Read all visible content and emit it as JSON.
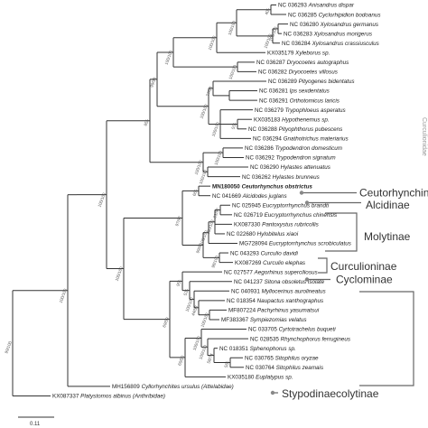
{
  "taxa": [
    {
      "code": "NC 036293",
      "name": "Anisandrus dispar"
    },
    {
      "code": "NC 036285",
      "name": "Cyclorhipidion bodoanus"
    },
    {
      "code": "NC 036280",
      "name": "Xylosandrus germanus"
    },
    {
      "code": "NC 036283",
      "name": "Xylosandrus morigerus"
    },
    {
      "code": "NC 036284",
      "name": "Xylosandrus crassiusculus"
    },
    {
      "code": "KX035179",
      "name": "Xyleborus sp."
    },
    {
      "code": "NC 036287",
      "name": "Dryocoetes autographus"
    },
    {
      "code": "NC 036282",
      "name": "Dryocoetes villosus"
    },
    {
      "code": "NC 036289",
      "name": "Pityogenes bidentatus"
    },
    {
      "code": "NC 036281",
      "name": "Ips sexdentatus"
    },
    {
      "code": "NC 036291",
      "name": "Orthotomicus laricis"
    },
    {
      "code": "NC 036279",
      "name": "Trypophloeus asperatus"
    },
    {
      "code": "KX035183",
      "name": "Hypothenemus sp."
    },
    {
      "code": "NC 036288",
      "name": "Pityophthorus pubescens"
    },
    {
      "code": "NC 036294",
      "name": "Gnathotrichus materiarius"
    },
    {
      "code": "NC 036286",
      "name": "Trypodendron domesticum"
    },
    {
      "code": "NC 036292",
      "name": "Trypodendron signatum"
    },
    {
      "code": "NC 036290",
      "name": "Hylastes attenuatus"
    },
    {
      "code": "NC 036262",
      "name": "Hylastes brunneus"
    },
    {
      "code": "MN180050",
      "name": "Ceutorhynchus obstrictus",
      "bold": true
    },
    {
      "code": "NC 041669",
      "name": "Alcidodes juglans"
    },
    {
      "code": "NC 025945",
      "name": "Eucryptorrhynchus brandti"
    },
    {
      "code": "NC 026719",
      "name": "Eucryptorrhynchus chinensis"
    },
    {
      "code": "KX087330",
      "name": "Pantoxystus rubricollis"
    },
    {
      "code": "NC 022680",
      "name": "Hylobitelus xiaoi"
    },
    {
      "code": "MG728094",
      "name": "Eucryptorrhynchus scrobiculatus"
    },
    {
      "code": "NC 043293",
      "name": "Curculio davidi"
    },
    {
      "code": "KX087269",
      "name": "Curculio elephas"
    },
    {
      "code": "NC 027577",
      "name": "Aegorhinus superciliosus"
    },
    {
      "code": "NC 041237",
      "name": "Sitona obsoletus isolate"
    },
    {
      "code": "NC 040931",
      "name": "Myllocerinus aurolineatus"
    },
    {
      "code": "NC 018354",
      "name": "Naupactus xanthographus"
    },
    {
      "code": "MF807224",
      "name": "Pachyrhinus yasumatsui"
    },
    {
      "code": "MF383367",
      "name": "Sympiezomias velatus"
    },
    {
      "code": "NC 033705",
      "name": "Cyrtotrachelus buqueti"
    },
    {
      "code": "NC 028535",
      "name": "Rhynchophorus ferrugineus"
    },
    {
      "code": "NC 018351",
      "name": "Sphenophorus sp."
    },
    {
      "code": "NC 030765",
      "name": "Sitophilus oryzae"
    },
    {
      "code": "NC 030764",
      "name": "Sitophilus zeamais"
    },
    {
      "code": "KX035180",
      "name": "Euplatypus sp."
    },
    {
      "code": "MH156809",
      "name": "Cyllorhynchites ursulus (Attelabidae)"
    },
    {
      "code": "KX087337",
      "name": "Platystomos albinus (Anthribidae)"
    }
  ],
  "groups": [
    {
      "label": "Ceutorhynchinae"
    },
    {
      "label": "Alcidinae"
    },
    {
      "label": "Molytinae"
    },
    {
      "label": "Curculioninae"
    },
    {
      "label": "Cyclominae"
    },
    {
      "label": "Stypodinaecolytinae"
    }
  ],
  "support_values": [
    "40/-",
    "100/100",
    "100/100",
    "100/100",
    "100/100",
    "100/100",
    "100/100",
    "77/58",
    "55/-",
    "100/100",
    "100/100",
    "99/98",
    "100/100",
    "100/100",
    "100/100",
    "85/-",
    "93/97",
    "100/100",
    "100/100",
    "98/100",
    "99/86",
    "66/-",
    "97/97",
    "100/100",
    "44/58",
    "100/100",
    "53/-",
    "95/-",
    "56/-",
    "58/74",
    "100/100",
    "100/100",
    "60/50",
    "69/59",
    "100/100",
    "100/100",
    "100/100",
    "99/100"
  ],
  "scale": {
    "label": "0.11"
  },
  "side_text": {
    "label": "Curculionidae"
  }
}
